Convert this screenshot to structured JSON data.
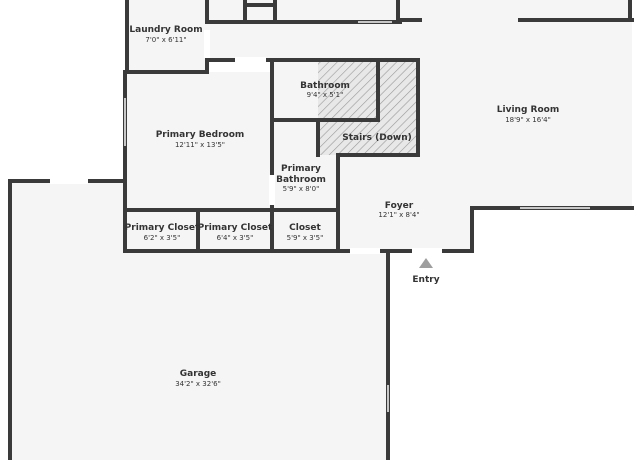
{
  "floorplan": {
    "rooms": [
      {
        "key": "laundry",
        "name": "Laundry Room",
        "dims": "7'0\" x 6'11\""
      },
      {
        "key": "bathroom",
        "name": "Bathroom",
        "dims": "9'4\" x 5'1\""
      },
      {
        "key": "stairs",
        "name": "Stairs (Down)",
        "dims": ""
      },
      {
        "key": "living",
        "name": "Living Room",
        "dims": "18'9\" x 16'4\""
      },
      {
        "key": "primary_bedroom",
        "name": "Primary Bedroom",
        "dims": "12'11\" x 13'5\""
      },
      {
        "key": "primary_bathroom_1",
        "name": "Primary",
        "dims": ""
      },
      {
        "key": "primary_bathroom_2",
        "name": "Bathroom",
        "dims": "5'9\" x 8'0\""
      },
      {
        "key": "foyer",
        "name": "Foyer",
        "dims": "12'1\" x 8'4\""
      },
      {
        "key": "primary_closet_a",
        "name": "Primary Closet",
        "dims": "6'2\" x 3'5\""
      },
      {
        "key": "primary_closet_b",
        "name": "Primary Closet",
        "dims": "6'4\" x 3'5\""
      },
      {
        "key": "closet",
        "name": "Closet",
        "dims": "5'9\" x 3'5\""
      },
      {
        "key": "garage",
        "name": "Garage",
        "dims": "34'2\" x 32'6\""
      }
    ],
    "entry_label": "Entry",
    "colors": {
      "wall": "#3a3a3a",
      "floor": "#f5f5f5",
      "stairs_hatch": "#9a9a9a",
      "entry_marker": "#9e9e9e",
      "text": "#333333"
    }
  }
}
